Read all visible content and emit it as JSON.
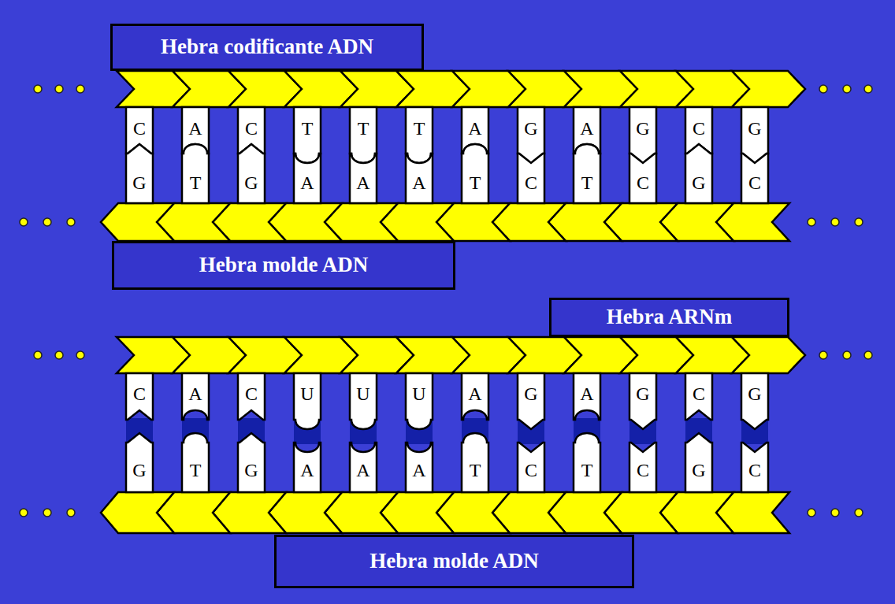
{
  "diagram": {
    "nodes": [
      {
        "text": [
          "Hebra codificante ADN"
        ]
      },
      {
        "text": [
          "Hebra molde ADN"
        ]
      },
      {
        "text": [
          "Hebra ARNm"
        ]
      },
      {
        "text": [
          "Hebra molde ADN"
        ]
      }
    ],
    "labels": [
      "C",
      "A",
      "C",
      "T",
      "T",
      "T",
      "A",
      "G",
      "A",
      "G",
      "C",
      "G",
      "G",
      "T",
      "G",
      "A",
      "A",
      "A",
      "T",
      "C",
      "T",
      "C",
      "G",
      "C",
      "C",
      "A",
      "C",
      "U",
      "U",
      "U",
      "A",
      "G",
      "A",
      "G",
      "C",
      "G",
      "G",
      "T",
      "G",
      "A",
      "A",
      "A",
      "T",
      "C",
      "T",
      "C",
      "G",
      "C"
    ]
  }
}
